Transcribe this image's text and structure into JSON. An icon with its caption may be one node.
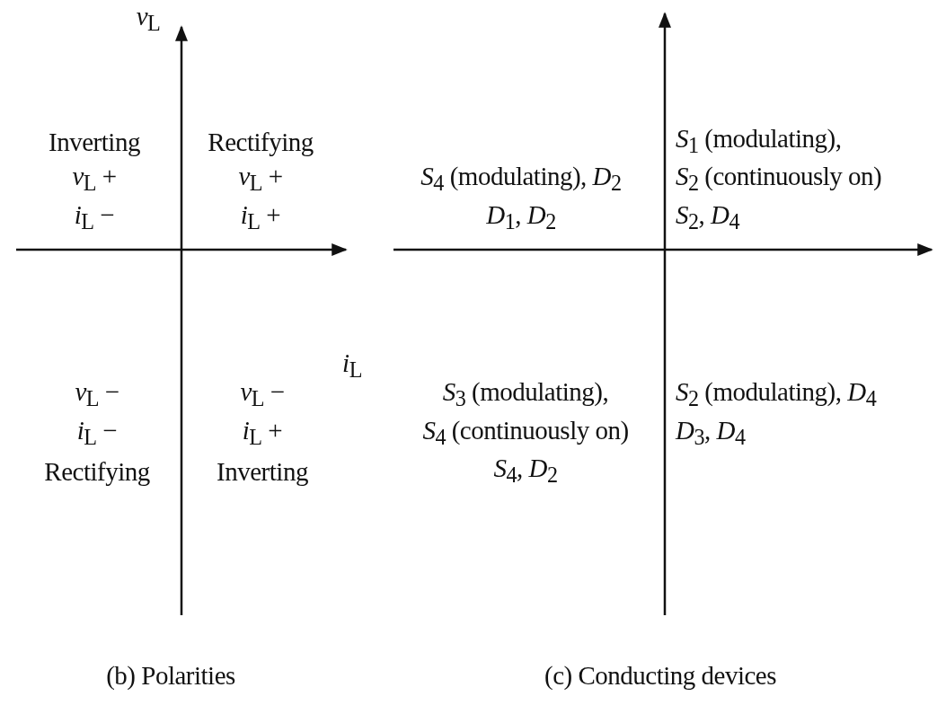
{
  "diagram": {
    "labels": [
      "*v*$_{L}$",
      "Inverting",
      "*v*$_{L}$ +",
      "*i*$_{L}$ −",
      "Rectifying",
      "*v*$_{L}$ +",
      "*i*$_{L}$ +",
      "*i*$_{L}$",
      "*v*$_{L}$ −",
      "*i*$_{L}$ −",
      "Rectifying",
      "*v*$_{L}$ −",
      "*i*$_{L}$ +",
      "Inverting",
      "*S*$_{4}$ (modulating), *D*$_{2}$",
      "*D*$_{1}$, *D*$_{2}$",
      "*S*$_{1}$ (modulating),",
      "*S*$_{2}$ (continuously on)",
      "*S*$_{2}$, *D*$_{4}$",
      "*S*$_{3}$ (modulating),",
      "*S*$_{4}$ (continuously on)",
      "*S*$_{4}$, *D*$_{2}$",
      "*S*$_{2}$ (modulating), *D*$_{4}$",
      "*D*$_{3}$, *D*$_{4}$",
      "(b) Polarities",
      "(c) Conducting devices"
    ]
  }
}
